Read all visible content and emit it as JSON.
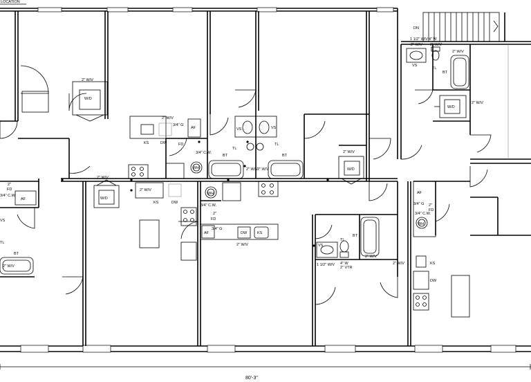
{
  "header": {
    "title": "LOCATION"
  },
  "dimension": {
    "width_label": "80'-3\""
  },
  "labels": {
    "ks": "KS",
    "dw": "DW",
    "af": "AF",
    "wh": "WH",
    "wd": "W/D",
    "bt": "BT",
    "vs": "VS",
    "tl": "TL",
    "fd": "FD",
    "wv2": "2\" W/V",
    "wv15": "1 1/2\" W/V",
    "g34": "3/4\" G",
    "cw34": "3/4\" C.W.",
    "fd2": "2\"",
    "wv4": "4\" W",
    "vtr2": "2\" VTR",
    "vtr4": "4\" W",
    "dn": "DN"
  }
}
